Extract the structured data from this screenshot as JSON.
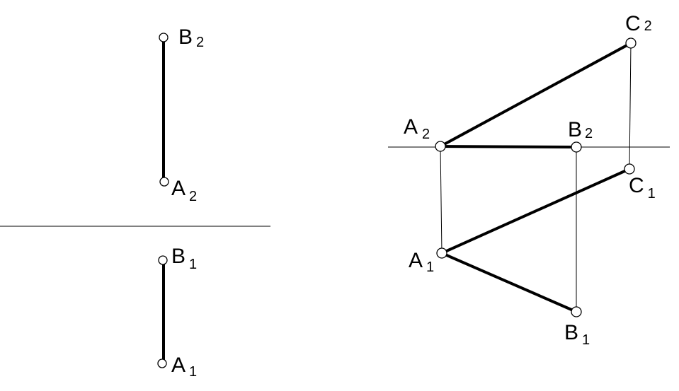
{
  "left_figure": {
    "labels": {
      "B2": {
        "main": "B",
        "sub": "2"
      },
      "A2": {
        "main": "A",
        "sub": "2"
      },
      "B1": {
        "main": "B",
        "sub": "1"
      },
      "A1": {
        "main": "A",
        "sub": "1"
      }
    }
  },
  "right_figure": {
    "labels": {
      "A2": {
        "main": "A",
        "sub": "2"
      },
      "B2": {
        "main": "B",
        "sub": "2"
      },
      "C2": {
        "main": "C",
        "sub": "2"
      },
      "C1": {
        "main": "C",
        "sub": "1"
      },
      "A1": {
        "main": "A",
        "sub": "1"
      },
      "B1": {
        "main": "B",
        "sub": "1"
      }
    }
  }
}
